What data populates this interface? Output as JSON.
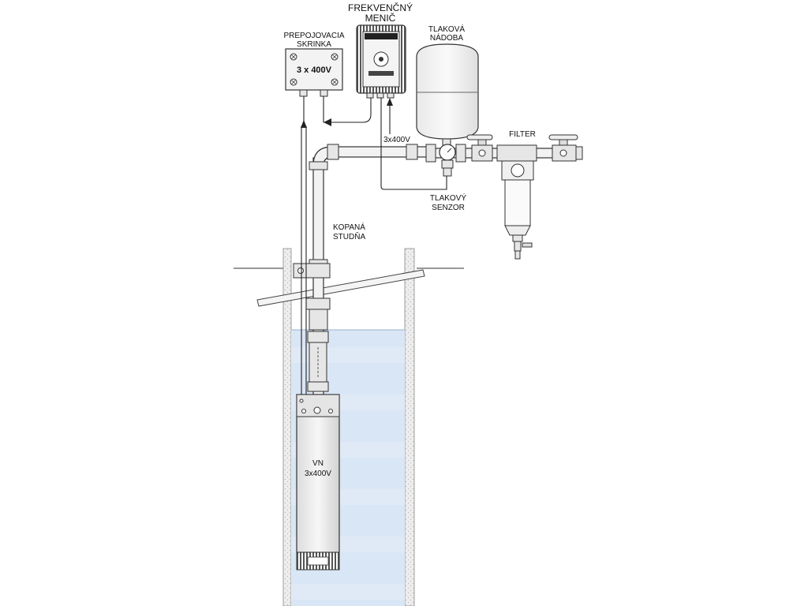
{
  "labels": {
    "frequency_converter_line1": "FREKVENČNÝ",
    "frequency_converter_line2": "MENIČ",
    "junction_box_line1": "PREPOJOVACIA",
    "junction_box_line2": "SKRINKA",
    "junction_box_voltage": "3 x 400V",
    "pressure_tank_line1": "TLAKOVÁ",
    "pressure_tank_line2": "NÁDOBA",
    "supply_voltage": "3x400V",
    "filter": "FILTER",
    "pressure_sensor_line1": "TLAKOVÝ",
    "pressure_sensor_line2": "SENZOR",
    "well_line1": "KOPANÁ",
    "well_line2": "STUDŇA",
    "pump_line1": "VN",
    "pump_line2": "3x400V"
  },
  "colors": {
    "water": "#d9e6f5",
    "stroke": "#333333",
    "metal": "#e6e6e6",
    "background": "#ffffff"
  }
}
